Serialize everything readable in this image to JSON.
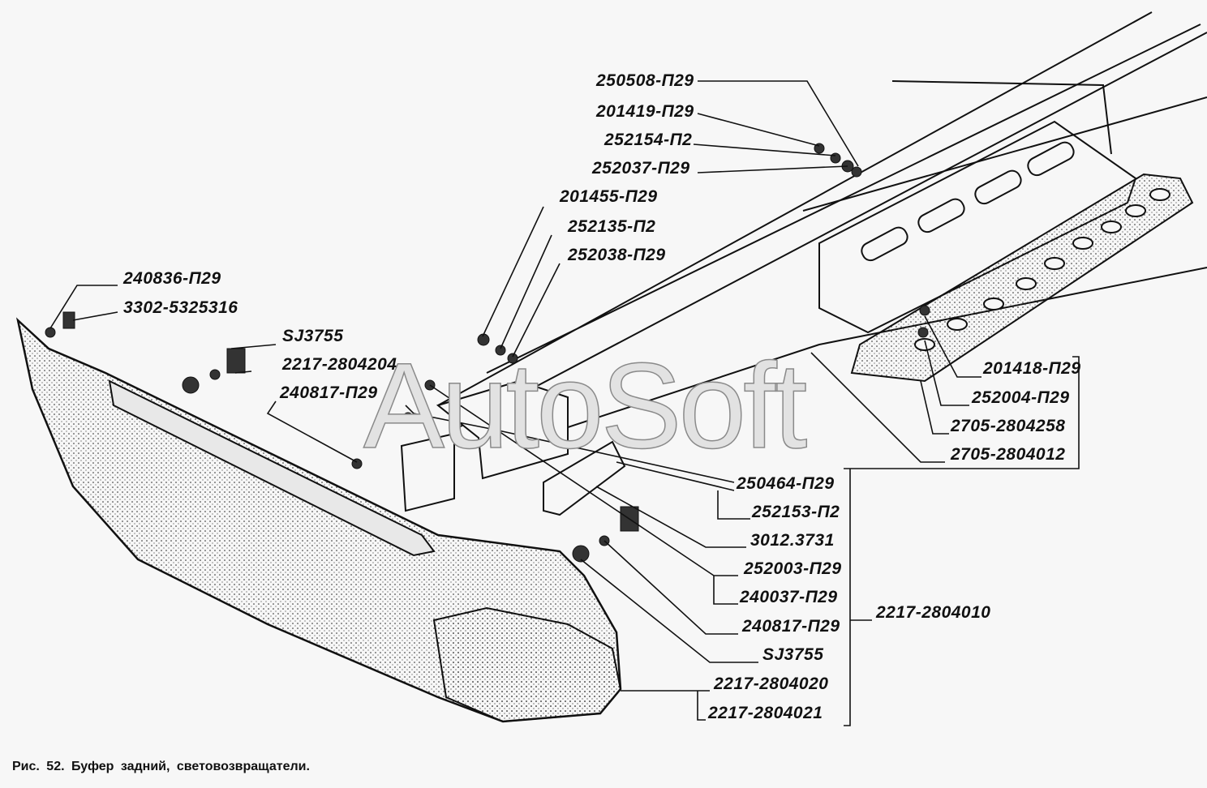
{
  "caption": "Рис.  52.  Буфер  задний,  световозвращатели.",
  "watermark": "AutoSoft",
  "labels": {
    "l250508": "250508-П29",
    "l201419": "201419-П29",
    "l252154": "252154-П2",
    "l252037": "252037-П29",
    "l201455": "201455-П29",
    "l252135": "252135-П2",
    "l252038": "252038-П29",
    "l240836": "240836-П29",
    "l3302": "3302-5325316",
    "lsj1": "SJ3755",
    "l2217_204": "2217-2804204",
    "l240817a": "240817-П29",
    "l201418": "201418-П29",
    "l252004": "252004-П29",
    "l2705_258": "2705-2804258",
    "l2705_012": "2705-2804012",
    "l250464": "250464-П29",
    "l252153": "252153-П2",
    "l3012": "3012.3731",
    "l252003": "252003-П29",
    "l240037": "240037-П29",
    "l2217_010": "2217-2804010",
    "l240817b": "240817-П29",
    "lsj2": "SJ3755",
    "l2217_020": "2217-2804020",
    "l2217_021": "2217-2804021"
  }
}
